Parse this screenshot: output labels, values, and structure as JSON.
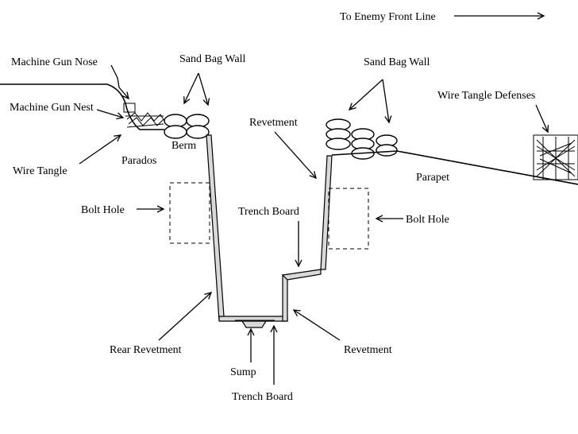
{
  "labels": {
    "enemy_line": "To Enemy Front Line",
    "machine_gun_nose": "Machine Gun Nose",
    "machine_gun_nest": "Machine Gun Nest",
    "sand_bag_wall_left": "Sand Bag Wall",
    "sand_bag_wall_right": "Sand Bag Wall",
    "wire_tangle_defenses": "Wire Tangle Defenses",
    "revetment_top": "Revetment",
    "berm": "Berm",
    "parados": "Parados",
    "wire_tangle": "Wire Tangle",
    "parapet": "Parapet",
    "bolt_hole_left": "Bolt Hole",
    "bolt_hole_right": "Bolt Hole",
    "trench_board_mid": "Trench Board",
    "rear_revetment": "Rear Revetment",
    "revetment_bottom": "Revetment",
    "sump": "Sump",
    "trench_board_bottom": "Trench Board"
  }
}
